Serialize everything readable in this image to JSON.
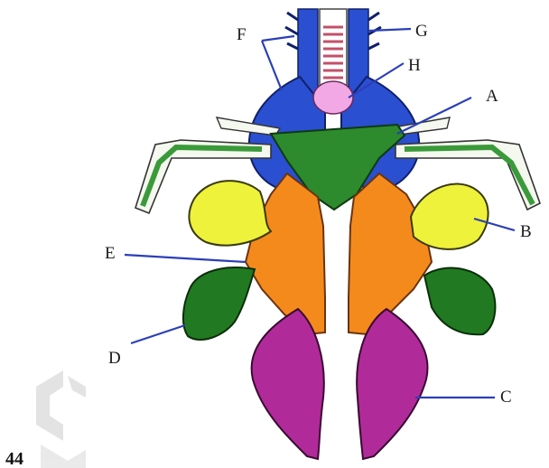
{
  "labels": {
    "a": "A",
    "b": "B",
    "c": "C",
    "d": "D",
    "e": "E",
    "f": "F",
    "g": "G",
    "h": "H"
  },
  "page_number": "44",
  "colors": {
    "blue_structure": "#2a4fd0",
    "green_central": "#2d8a2d",
    "orange_lobes": "#f58a1c",
    "yellow_lobes": "#eef23a",
    "dark_green_lobes": "#217a21",
    "magenta_lobes": "#b12a9a",
    "pink_h": "#f3a8e6",
    "trachea_stripes": "#c3506a",
    "leader_lines": "#2b3fb8",
    "watermark": "#d5d5d5"
  }
}
